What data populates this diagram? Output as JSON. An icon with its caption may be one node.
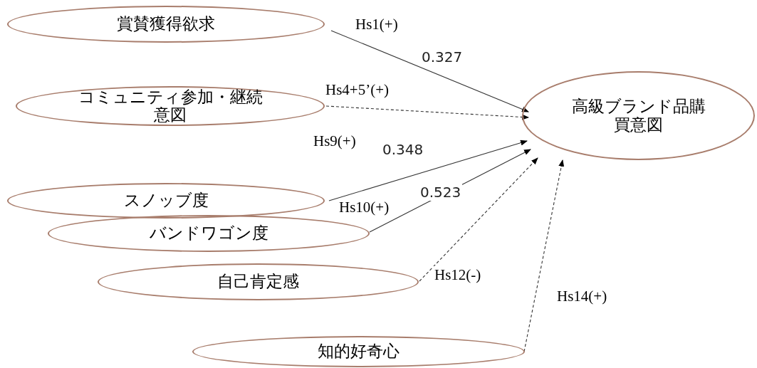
{
  "diagram": {
    "nodes": [
      {
        "text": [
          "賞賛獲得欲求"
        ]
      },
      {
        "text": [
          "コミュニティ参加・継続意図"
        ]
      },
      {
        "text": [
          "スノッブ度"
        ]
      },
      {
        "text": [
          "バンドワゴン度"
        ]
      },
      {
        "text": [
          "自己肯定感"
        ]
      },
      {
        "text": [
          "知的好奇心"
        ]
      },
      {
        "text": [
          "高級ブランド品購買意図"
        ]
      }
    ],
    "edges": [
      {
        "from": 0,
        "to": 6,
        "arrow": "to",
        "label": "Hs1(+)"
      },
      {
        "from": 1,
        "to": 6,
        "arrow": "to",
        "label": "Hs4+5’(+)",
        "style": "dashed"
      },
      {
        "from": 2,
        "to": 6,
        "arrow": "to",
        "label": "Hs9(+)"
      },
      {
        "from": 3,
        "to": 6,
        "arrow": "to",
        "label": "Hs10(+)"
      },
      {
        "from": 4,
        "to": 6,
        "arrow": "to",
        "label": "Hs12(-)",
        "style": "dashed"
      },
      {
        "from": 5,
        "to": 6,
        "arrow": "to",
        "label": "Hs14(+)",
        "style": "dashed"
      }
    ],
    "labels": [
      "0.327",
      "0.348",
      "0.523"
    ]
  }
}
